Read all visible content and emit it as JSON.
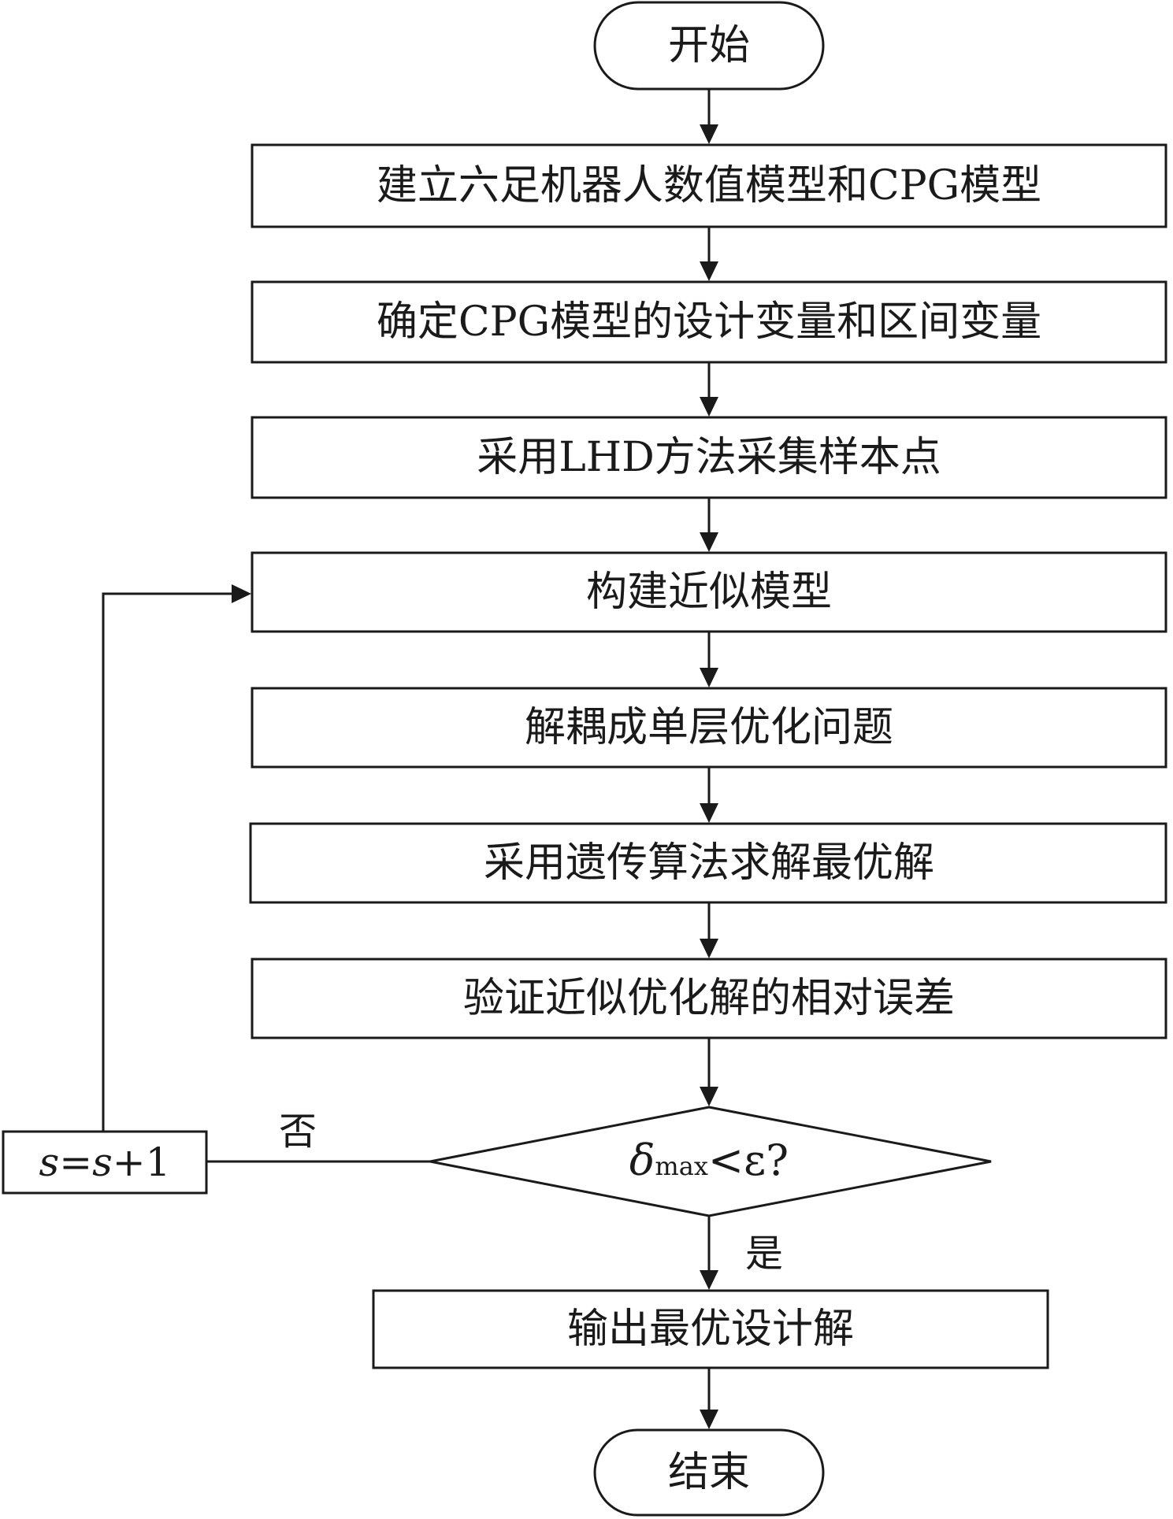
{
  "flowchart": {
    "start": "开始",
    "steps": [
      "建立六足机器人数值模型和CPG模型",
      "确定CPG模型的设计变量和区间变量",
      "采用LHD方法采集样本点",
      "构建近似模型",
      "解耦成单层优化问题",
      "采用遗传算法求解最优解",
      "验证近似优化解的相对误差"
    ],
    "decision": {
      "delta": "δ",
      "subscript": "max",
      "rest": "<ε?"
    },
    "no_label": "否",
    "yes_label": "是",
    "loop": {
      "lhs": "s",
      "eq": "=",
      "rhs": "s",
      "plus_one": "+1"
    },
    "output": "输出最优设计解",
    "end": "结束"
  }
}
